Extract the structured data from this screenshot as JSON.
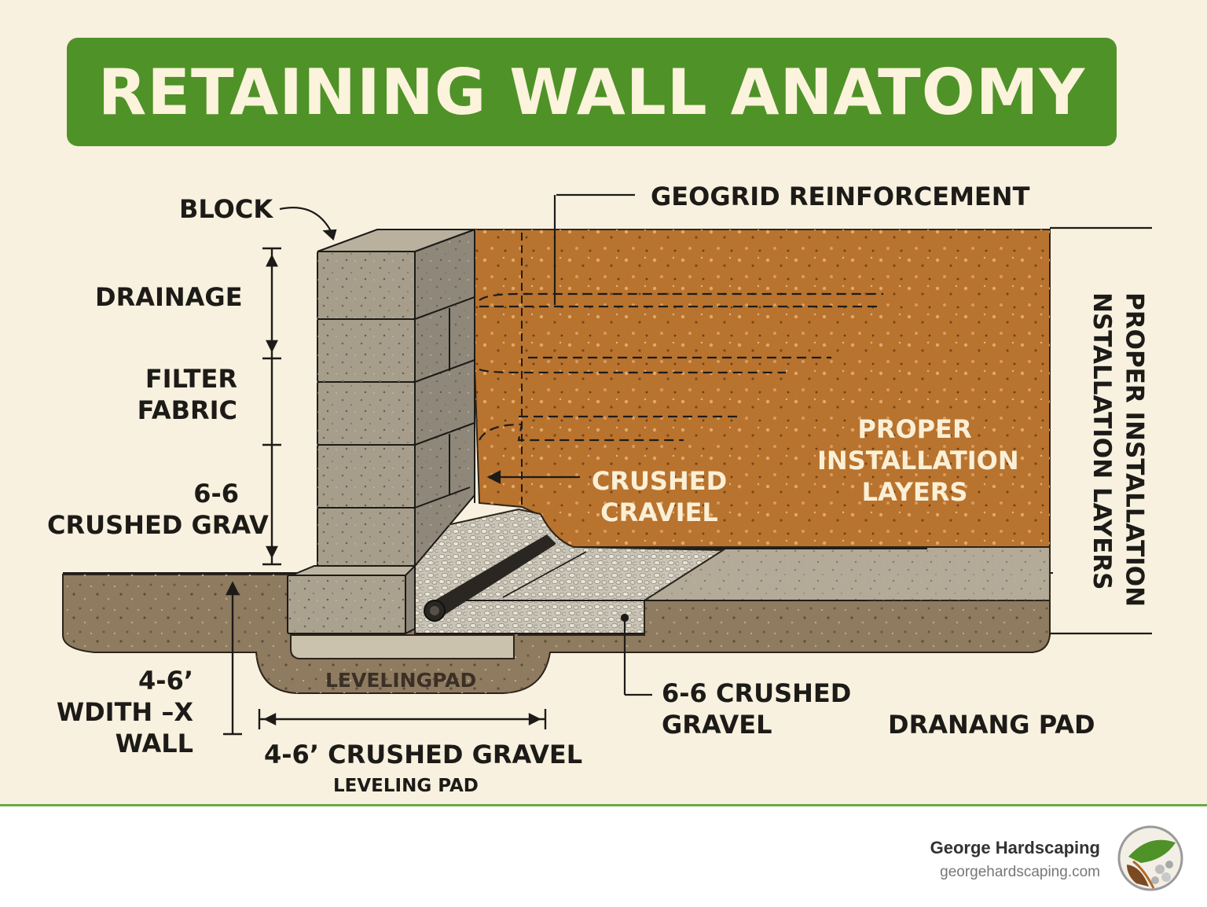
{
  "title": "RETAINING WALL ANATOMY",
  "labels": {
    "block": "BLOCK",
    "drainage": "DRAINAGE",
    "filter_fabric_1": "FILTER",
    "filter_fabric_2": "FABRIC",
    "crushed_grav_1": "6-6",
    "crushed_grav_2": "CRUSHED GRAV",
    "width_1": "4-6’",
    "width_2": "WDITH –X",
    "width_3": "WALL",
    "leveling_pad_inner": "LEVELINGPAD",
    "crushed_gravel_main": "4-6’  CRUSHED GRAVEL",
    "leveling_pad_sub": "LEVELING PAD",
    "geogrid": "GEOGRID REINFORCEMENT",
    "crushed_craviel_1": "CRUSHED",
    "crushed_craviel_2": "CRAVIEL",
    "proper_1": "PROPER",
    "proper_2": "INSTALLATION",
    "proper_3": "LAYERS",
    "gravel_66_1": "6-6 CRUSHED",
    "gravel_66_2": "GRAVEL",
    "dranang_pad": "DRANANG PAD",
    "vertical_1": "PROPER INSTALLATION",
    "vertical_2": "NSTALLATION LAYERS"
  },
  "footer": {
    "company": "George Hardscaping",
    "url": "georgehardscaping.com"
  },
  "colors": {
    "banner": "#4f9228",
    "background": "#f8f1df",
    "soil": "#b8732f",
    "block": "#a69e8a",
    "gravel": "#c8c2b3",
    "ground": "#8e7b60"
  }
}
